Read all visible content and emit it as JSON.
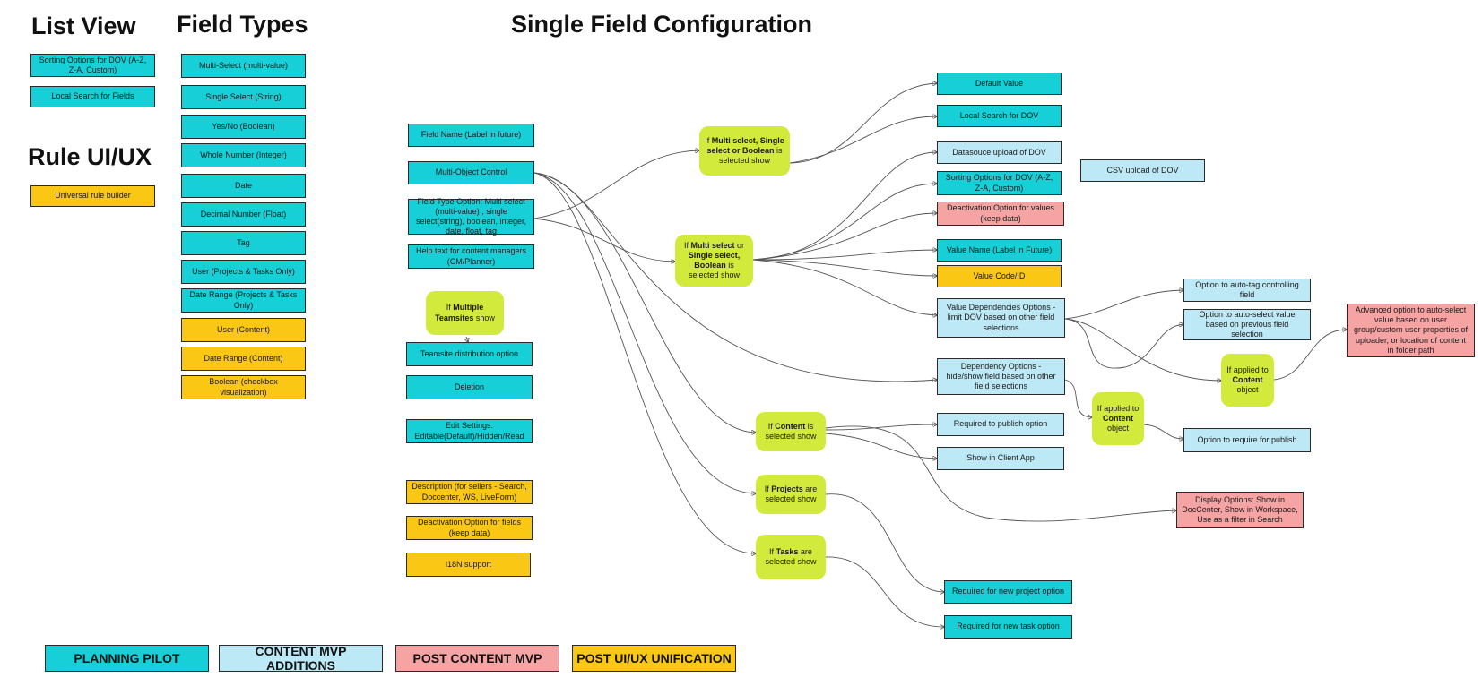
{
  "titles": {
    "list_view": "List View",
    "field_types": "Field Types",
    "single_field": "Single Field Configuration",
    "rule_ui": "Rule UI/UX"
  },
  "list_view": {
    "sorting": "Sorting Options for DOV (A-Z, Z-A, Custom)",
    "local_search": "Local Search for Fields"
  },
  "rule_ui": {
    "universal": "Universal rule builder"
  },
  "field_types": [
    "Multi-Select (multi-value)",
    "Single Select (String)",
    "Yes/No (Boolean)",
    "Whole Number (Integer)",
    "Date",
    "Decimal Number (Float)",
    "Tag",
    "User (Projects & Tasks Only)",
    "Date Range (Projects & Tasks Only)",
    "User (Content)",
    "Date Range (Content)",
    "Boolean (checkbox visualization)"
  ],
  "config": {
    "field_name": "Field Name (Label in future)",
    "multi_object": "Multi-Object Control",
    "field_type_option": "Field Type Option: Multi select (multi-value) , single select(string), boolean, integer, date, float, tag",
    "help_text": "Help text for content managers (CM/Planner)",
    "teamsite_dist": "Teamsite distribution option",
    "deletion": "Deletion",
    "edit_settings": "Edit Settings: Editable(Default)/Hidden/Read",
    "description": "Description (for sellers - Search, Doccenter, WS, LiveForm)",
    "deactivation_fields": "Deactivation Option for fields (keep data)",
    "i18n": "i18N support"
  },
  "conditions": {
    "multiple_teamsites": {
      "pre": "If ",
      "bold": "Multiple Teamsites",
      "post": " show"
    },
    "ms_ss_bool": {
      "p1": "If ",
      "b1": "Multi select, Single select or Boolean",
      "p2": " is selected show"
    },
    "ms_ss_bool2": {
      "p1": "If ",
      "b1": "Multi select",
      "p2": " or ",
      "b2": "Single select, Boolean",
      "p3": " is selected show"
    },
    "content": {
      "pre": "If ",
      "bold": "Content",
      "post": " is selected show"
    },
    "projects": {
      "pre": "If ",
      "bold": "Projects",
      "post": " are selected show"
    },
    "tasks": {
      "pre": "If ",
      "bold": "Tasks",
      "post": " are selected show"
    },
    "applied_content_a": {
      "pre": "If applied to ",
      "bold": "Content",
      "post": " object"
    },
    "applied_content_b": {
      "pre": "If applied to ",
      "bold": "Content",
      "post": " object"
    }
  },
  "options": {
    "default_value": "Default Value",
    "local_search_dov": "Local Search for DOV",
    "datasource_upload": "Datasouce upload of DOV",
    "sorting_dov": "Sorting Options for DOV (A-Z, Z-A, Custom)",
    "csv_upload": "CSV upload of DOV",
    "deactivation_values": "Deactivation Option for values (keep data)",
    "value_name": "Value Name (Label in Future)",
    "value_code": "Value Code/ID",
    "value_dependencies": "Value Dependencies Options - limit DOV based on other field selections",
    "auto_tag": "Option to auto-tag controlling field",
    "auto_select": "Option to auto-select value based on previous field selection",
    "advanced_auto_select": "Advanced option to auto-select value based on user group/custom user properties of uploader, or location of content in folder path",
    "dependency_options": "Dependency Options - hide/show field based on other field selections",
    "required_publish": "Required to publish option",
    "require_publish": "Option to require for publish",
    "show_client_app": "Show in Client App",
    "display_options": "Display Options: Show in DocCenter, Show in Workspace, Use as a filter in Search",
    "required_project": "Required for new project option",
    "required_task": "Required for new task option"
  },
  "legend": [
    {
      "label": "PLANNING PILOT",
      "color": "#17cfd6"
    },
    {
      "label": "CONTENT MVP ADDITIONS",
      "color": "#bde8f5"
    },
    {
      "label": "POST CONTENT MVP",
      "color": "#f6a3a3"
    },
    {
      "label": "POST UI/UX UNIFICATION",
      "color": "#f9c714"
    }
  ]
}
